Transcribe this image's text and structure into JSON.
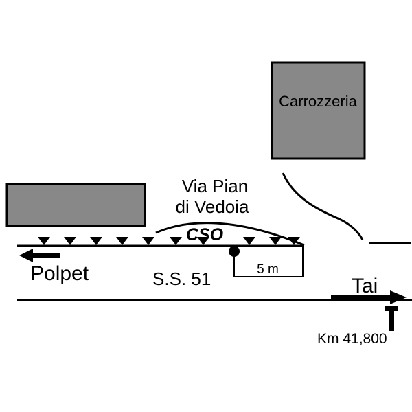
{
  "map": {
    "building": {
      "carrozzeria_label": "Carrozzeria"
    },
    "labels": {
      "via_pian_line1": "Via Pian",
      "via_pian_line2": "di Vedoia",
      "cso": "CSO",
      "ss51": "S.S. 51",
      "west_destination": "Polpet",
      "east_destination": "Tai",
      "distance": "5 m",
      "km_marker": "Km 41,800"
    },
    "colors": {
      "building_fill": "#888888",
      "line": "#000000",
      "background": "#ffffff"
    }
  }
}
